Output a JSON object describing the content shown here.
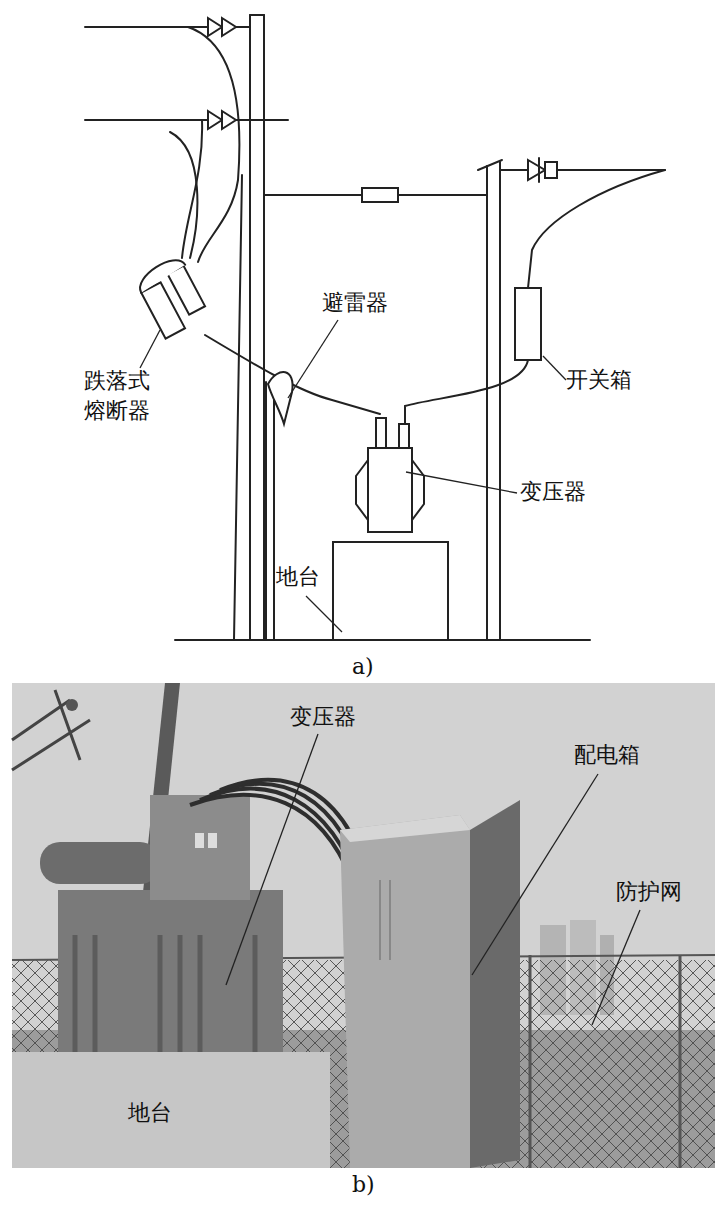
{
  "diagram": {
    "labels": [
      "跌落式 熔断器",
      "避雷器",
      "开关箱",
      "变压器",
      "地台",
      "a)",
      "变压器",
      "配电箱",
      "防护网",
      "地台",
      "b)"
    ]
  }
}
